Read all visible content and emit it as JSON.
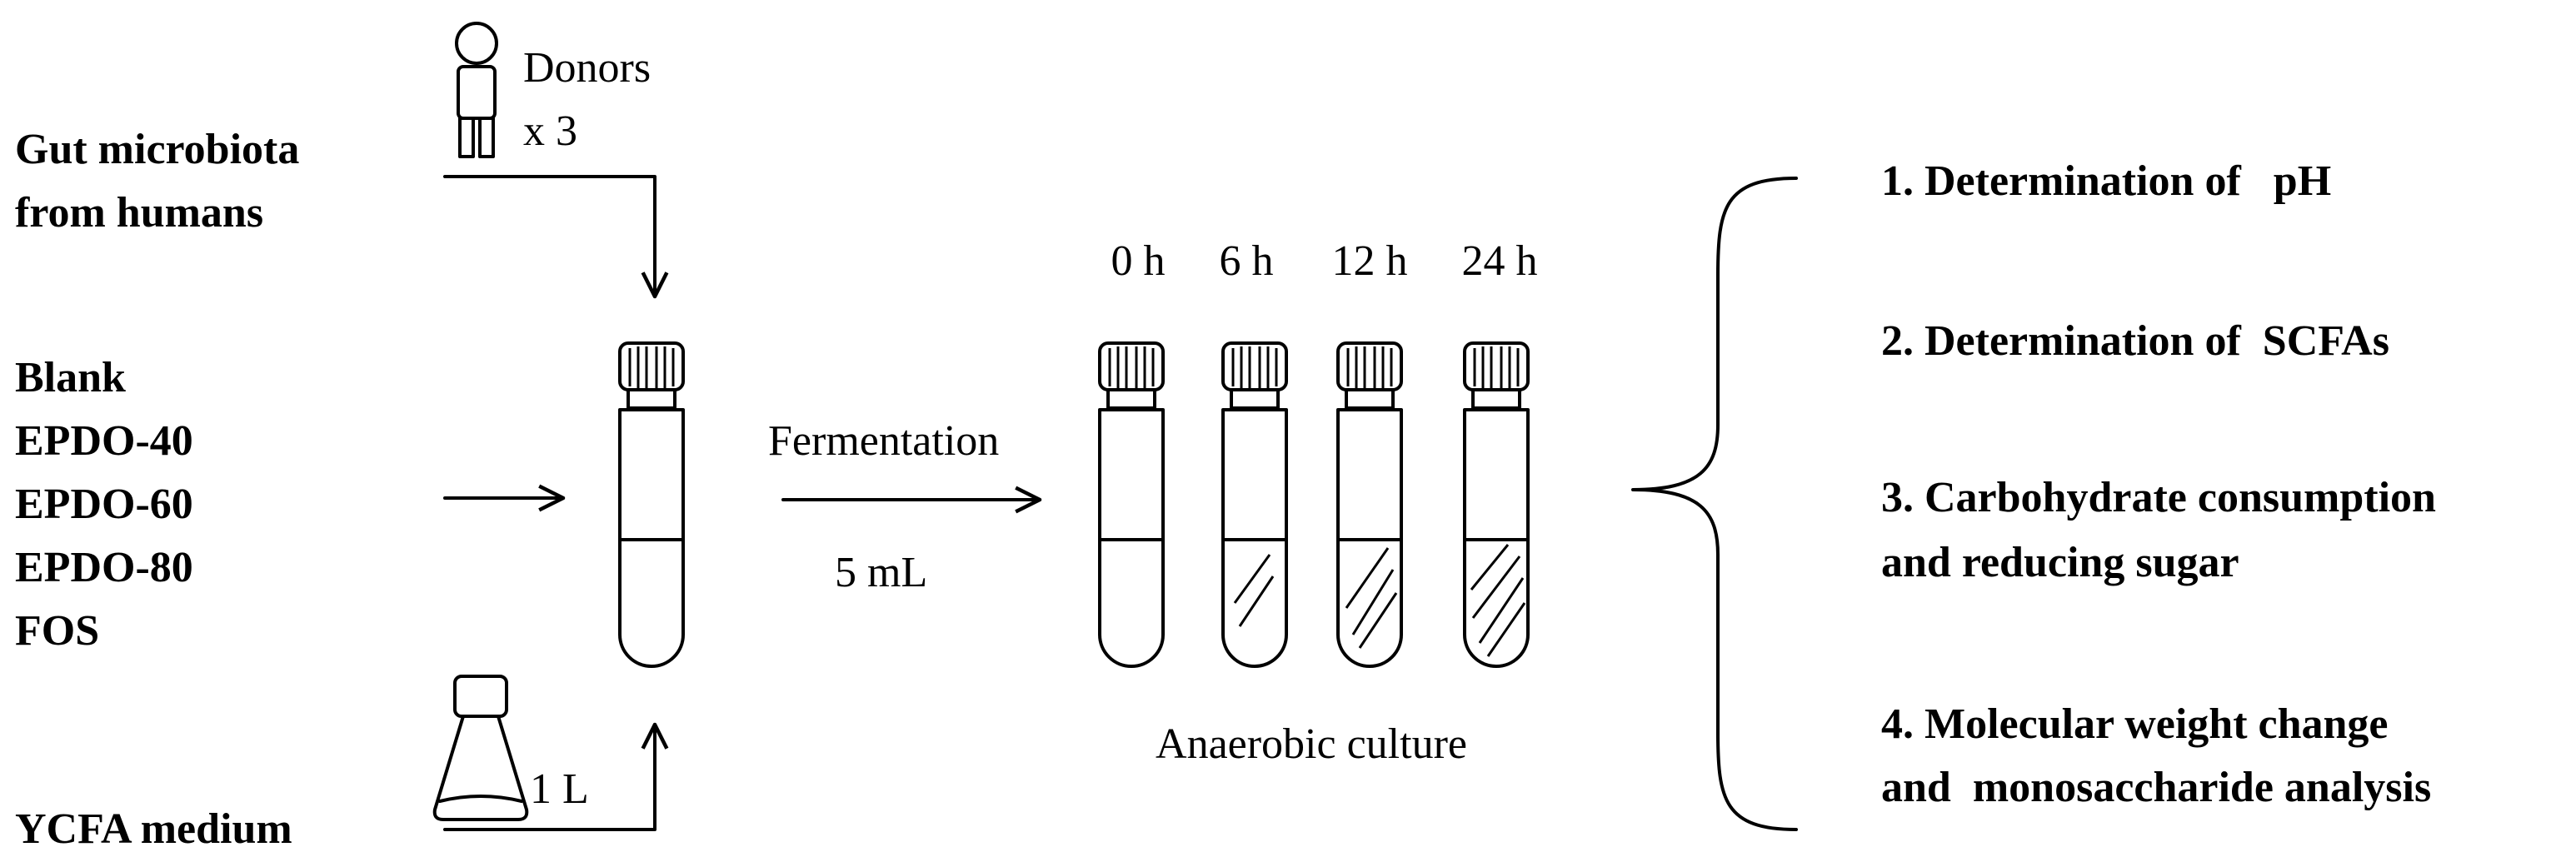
{
  "left_labels": {
    "gut_line1": "Gut microbiota",
    "gut_line2": "from humans",
    "donors": "Donors",
    "donors_count": "x 3",
    "samples": [
      "Blank",
      "EPDO-40",
      "EPDO-60",
      "EPDO-80",
      "FOS"
    ],
    "medium": "YCFA medium",
    "medium_volume": "1 L"
  },
  "middle": {
    "process": "Fermentation",
    "volume": "5 mL",
    "times": [
      "0 h",
      "6 h",
      "12 h",
      "24 h"
    ],
    "culture": "Anaerobic culture"
  },
  "analyses": [
    {
      "line1": "1. Determination of   pH",
      "line2": ""
    },
    {
      "line1": "2. Determination of  SCFAs",
      "line2": ""
    },
    {
      "line1": "3. Carbohydrate consumption",
      "line2": "and reducing sugar"
    },
    {
      "line1": "4. Molecular weight change",
      "line2": "and  monosaccharide analysis"
    }
  ]
}
